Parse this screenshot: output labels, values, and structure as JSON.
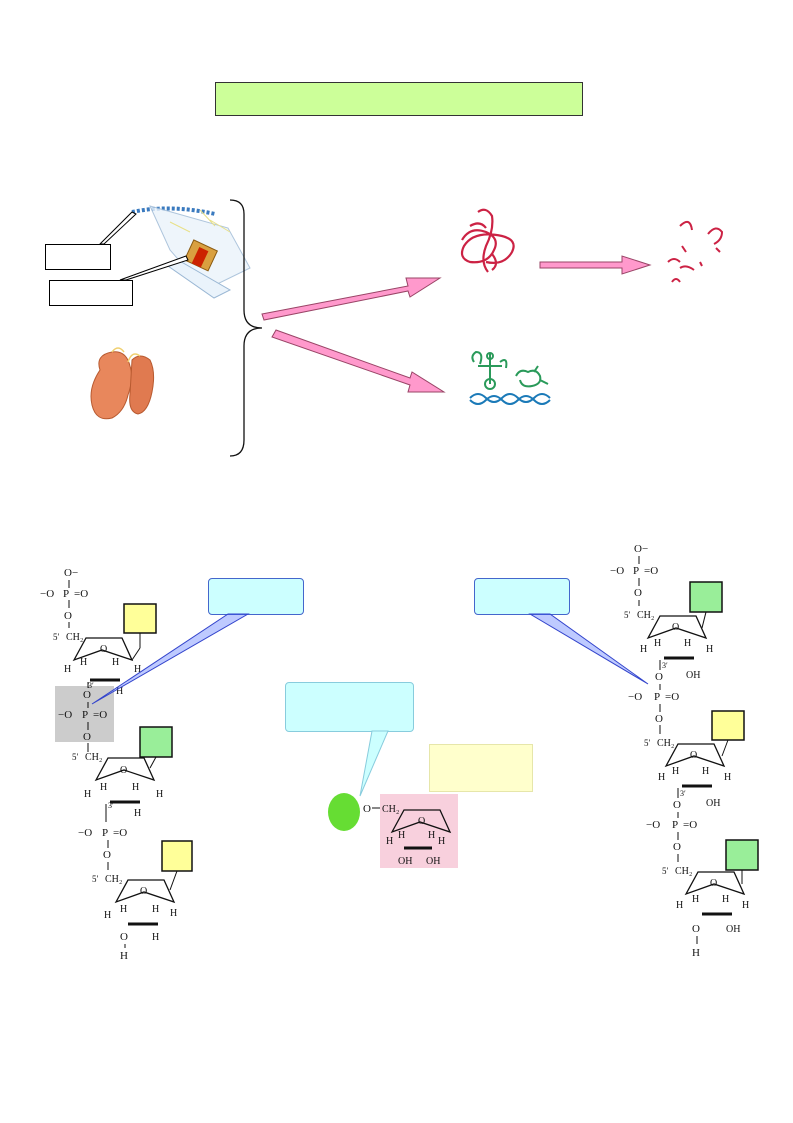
{
  "colors": {
    "title_fill": "#ccff99",
    "callout_fill": "#ccffff",
    "base_yellow": "#ffff99",
    "base_green": "#99ee99",
    "arrow_pink": "#ff99cc",
    "phosphate_green": "#66dd33",
    "sugar_pink": "#f8d0dd",
    "base_placeholder": "#ffffcc",
    "phosphate_highlight": "#cccccc"
  },
  "icons": {
    "chromosome": "chromosome-icon",
    "nucleus_organ": "organ-icon",
    "dna_coil": "dna-coil-icon",
    "dna_fragments": "dna-fragments-icon",
    "rna_forms": "rna-forms-icon"
  },
  "chem": {
    "o_minus": "−O",
    "o_top": "O−",
    "p": "P",
    "o": "O",
    "eq_o": "=O",
    "h": "H",
    "oh": "OH",
    "five_prime": "5′",
    "three_prime": "3′",
    "ch2": "CH₂"
  }
}
